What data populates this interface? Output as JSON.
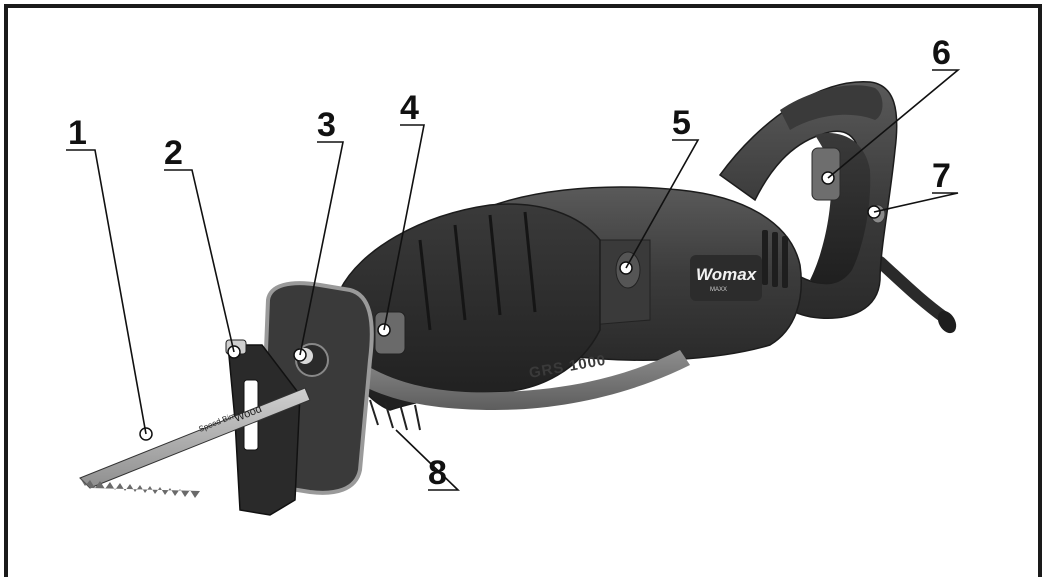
{
  "figure": {
    "brand": "Womax",
    "brand_sub": "MAXX",
    "model_text": "GRS 1000",
    "blade_label_small": "Speed Bim",
    "blade_label_big": "Wood"
  },
  "callouts": [
    {
      "id": "1",
      "label": "1"
    },
    {
      "id": "2",
      "label": "2"
    },
    {
      "id": "3",
      "label": "3"
    },
    {
      "id": "4",
      "label": "4"
    },
    {
      "id": "5",
      "label": "5"
    },
    {
      "id": "6",
      "label": "6"
    },
    {
      "id": "7",
      "label": "7"
    },
    {
      "id": "8",
      "label": "8"
    }
  ],
  "colors": {
    "body_dark": "#2e2e2e",
    "body_mid": "#4a4a4a",
    "body_light": "#7a7a7a",
    "accent_light": "#8a8a8a",
    "blade": "#b5b5b5",
    "frame_border": "#1a1a1a"
  }
}
